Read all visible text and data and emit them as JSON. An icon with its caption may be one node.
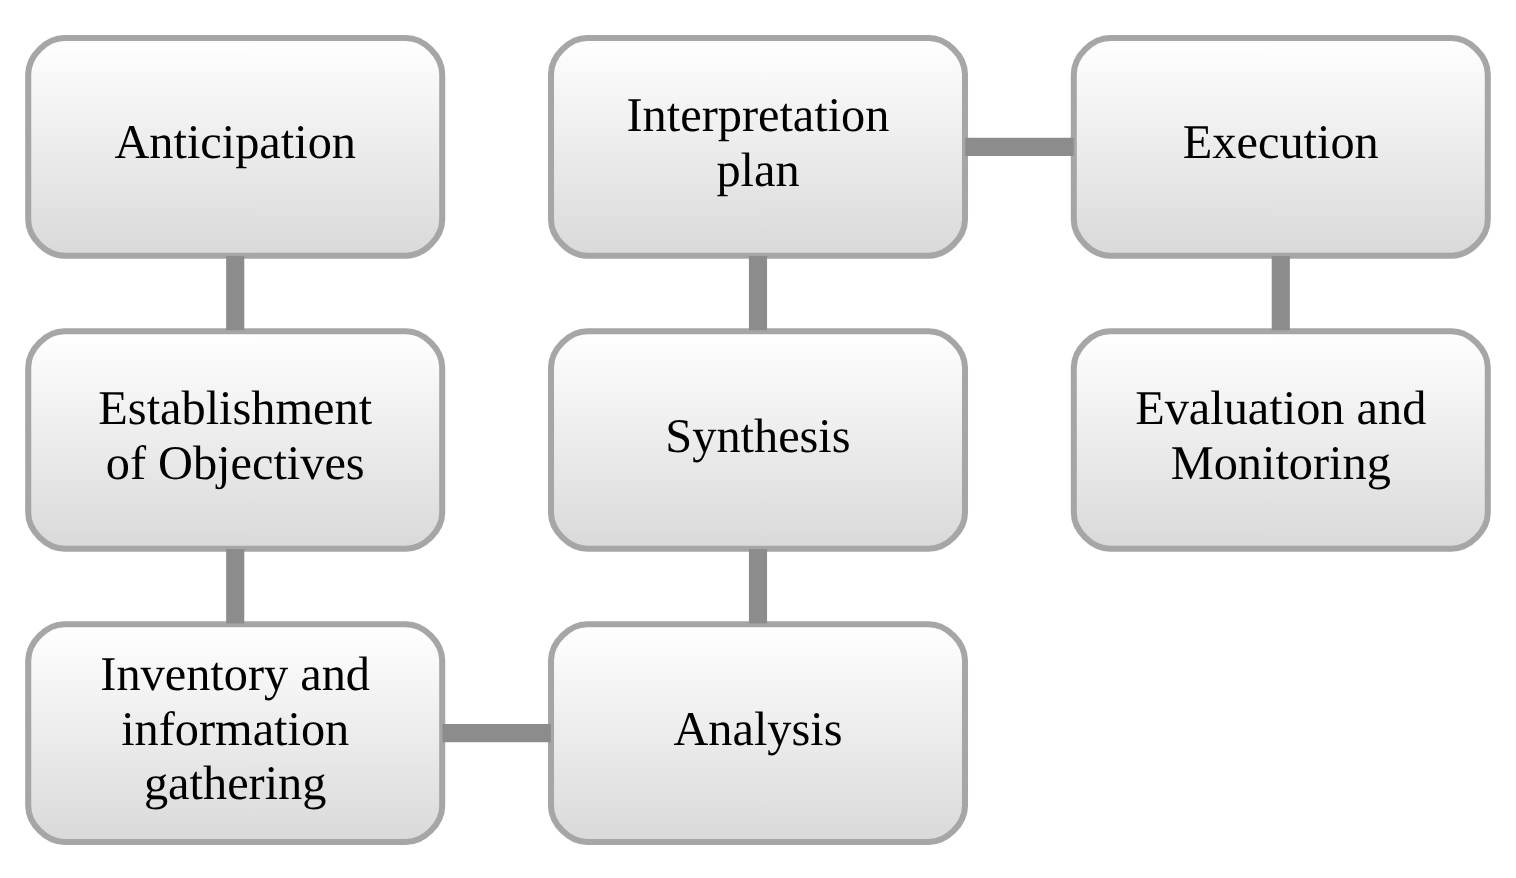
{
  "diagram": {
    "nodes": [
      {
        "text": [
          "Anticipation"
        ]
      },
      {
        "text": [
          "Establishment of Objectives"
        ]
      },
      {
        "text": [
          "Inventory and information gathering"
        ]
      },
      {
        "text": [
          "Analysis"
        ]
      },
      {
        "text": [
          "Synthesis"
        ]
      },
      {
        "text": [
          "Interpretation plan"
        ]
      },
      {
        "text": [
          "Execution"
        ]
      },
      {
        "text": [
          "Evaluation and Monitoring"
        ]
      }
    ],
    "edges": [
      {
        "from": 0,
        "to": 1,
        "arrow": "none"
      },
      {
        "from": 1,
        "to": 2,
        "arrow": "none"
      },
      {
        "from": 2,
        "to": 3,
        "arrow": "none"
      },
      {
        "from": 3,
        "to": 4,
        "arrow": "none"
      },
      {
        "from": 4,
        "to": 5,
        "arrow": "none"
      },
      {
        "from": 5,
        "to": 6,
        "arrow": "none"
      },
      {
        "from": 6,
        "to": 7,
        "arrow": "none"
      }
    ]
  }
}
